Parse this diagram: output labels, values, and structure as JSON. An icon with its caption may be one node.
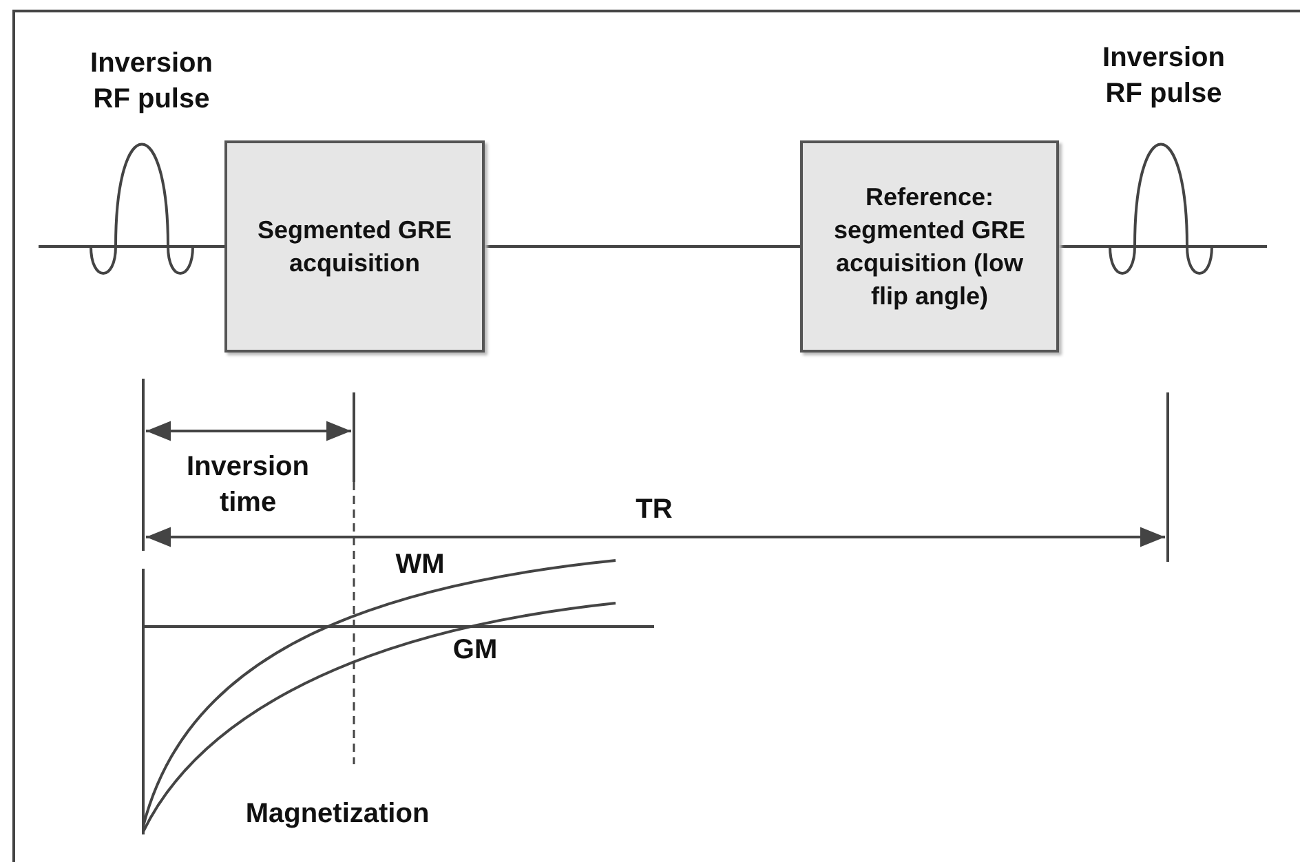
{
  "diagram": {
    "nodes": [
      {
        "text": [
          "Segmented GRE acquisition"
        ]
      },
      {
        "text": [
          "Reference: segmented GRE acquisition (low flip angle)"
        ]
      }
    ],
    "edges": [
      {
        "from": 0,
        "to": 1,
        "arrow": "none"
      }
    ],
    "labels": [
      "Inversion RF pulse",
      "Inversion RF pulse",
      "Inversion time",
      "TR",
      "WM",
      "GM",
      "Magnetization"
    ]
  }
}
